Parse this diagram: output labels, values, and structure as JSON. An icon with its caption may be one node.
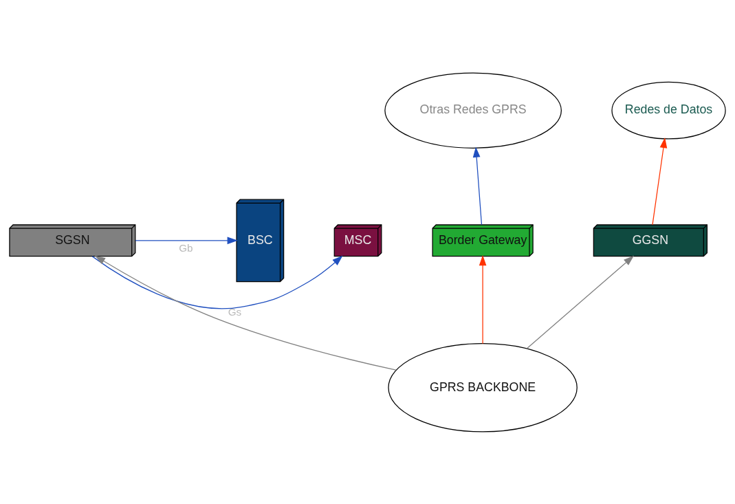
{
  "diagram": {
    "nodes": [
      {
        "text": [
          "MSC"
        ]
      },
      {
        "text": [
          "SGSN"
        ]
      },
      {
        "text": [
          "BSC"
        ]
      },
      {
        "text": [
          "GPRS BACKBONE"
        ]
      },
      {
        "text": [
          "Border Gateway"
        ]
      },
      {
        "text": [
          "GGSN"
        ]
      },
      {
        "text": [
          "Otras Redes GPRS"
        ]
      },
      {
        "text": [
          "Redes de Datos"
        ]
      }
    ],
    "edges": [
      {
        "from": 1,
        "to": 0,
        "arrow": "to",
        "label": "Gs"
      },
      {
        "from": 1,
        "to": 2,
        "arrow": "to",
        "label": "Gb"
      },
      {
        "from": 3,
        "to": 1,
        "arrow": "to",
        "color": "#808080"
      },
      {
        "from": 3,
        "to": 4,
        "arrow": "to",
        "color": "#ff3300"
      },
      {
        "from": 4,
        "to": 6,
        "arrow": "to"
      },
      {
        "from": 3,
        "to": 5,
        "arrow": "to",
        "color": "#808080"
      },
      {
        "from": 5,
        "to": 7,
        "arrow": "to",
        "color": "#ff3300"
      }
    ]
  }
}
